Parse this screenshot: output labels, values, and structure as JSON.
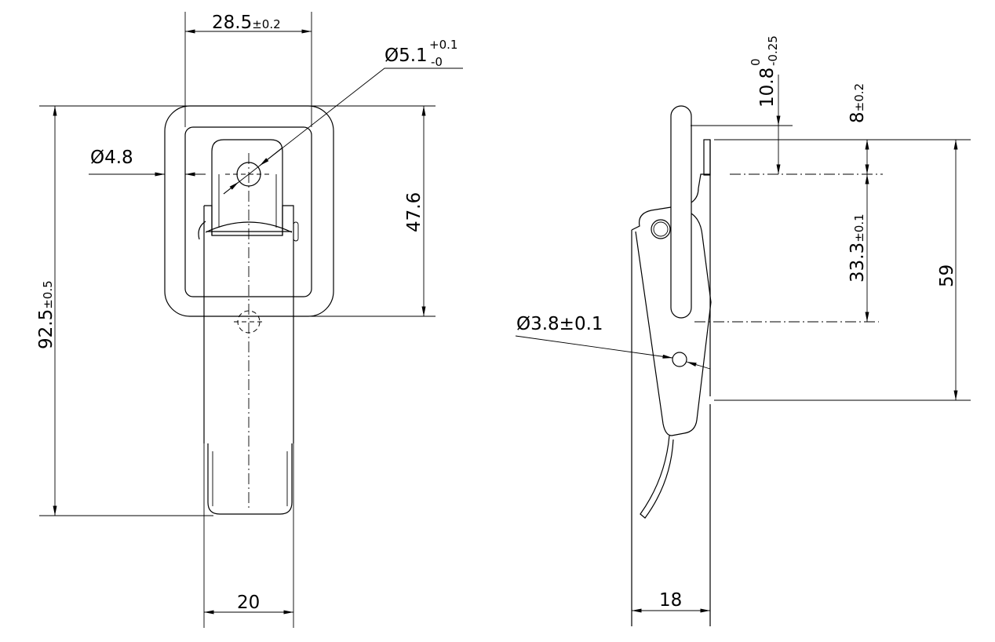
{
  "front_view": {
    "width_dim": {
      "value": "28.5",
      "tol": "±0.2"
    },
    "hole_dim": {
      "value": "Ø5.1",
      "tol_upper": "+0.1",
      "tol_lower": "-0"
    },
    "slot_dim": {
      "value": "Ø4.8"
    },
    "frame_height_dim": {
      "value": "47.6"
    },
    "overall_height_dim": {
      "value": "92.5",
      "tol": "±0.5"
    },
    "strap_width_dim": {
      "value": "20"
    }
  },
  "side_view": {
    "hook_offset_dim": {
      "value": "10.8",
      "tol_upper": "0",
      "tol_lower": "-0.25"
    },
    "top_dim": {
      "value": "8",
      "tol": "±0.2"
    },
    "hook_length_dim": {
      "value": "33.3",
      "tol": "±0.1"
    },
    "plate_height_dim": {
      "value": "59"
    },
    "pivot_hole_dim": {
      "value": "Ø3.8±0.1"
    },
    "depth_dim": {
      "value": "18"
    }
  }
}
